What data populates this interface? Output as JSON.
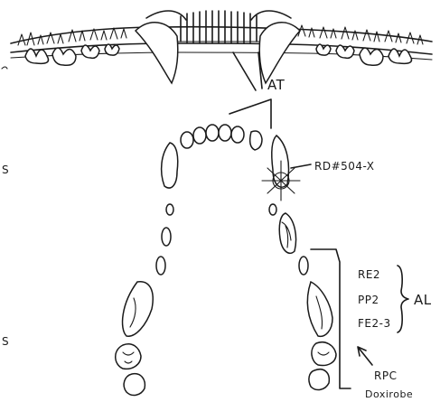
{
  "labels": {
    "attrition": "AT",
    "resorption": "RD#504-X",
    "group_codes": [
      "RE2",
      "PP2",
      "FE2-3"
    ],
    "abrasion": "AL",
    "rpc": "RPC",
    "rpc_note": "Doxirobe",
    "margin_left_top": "S",
    "margin_left_bottom": "S"
  },
  "colors": {
    "ink": "#1a1a1a",
    "paper": "#ffffff"
  }
}
